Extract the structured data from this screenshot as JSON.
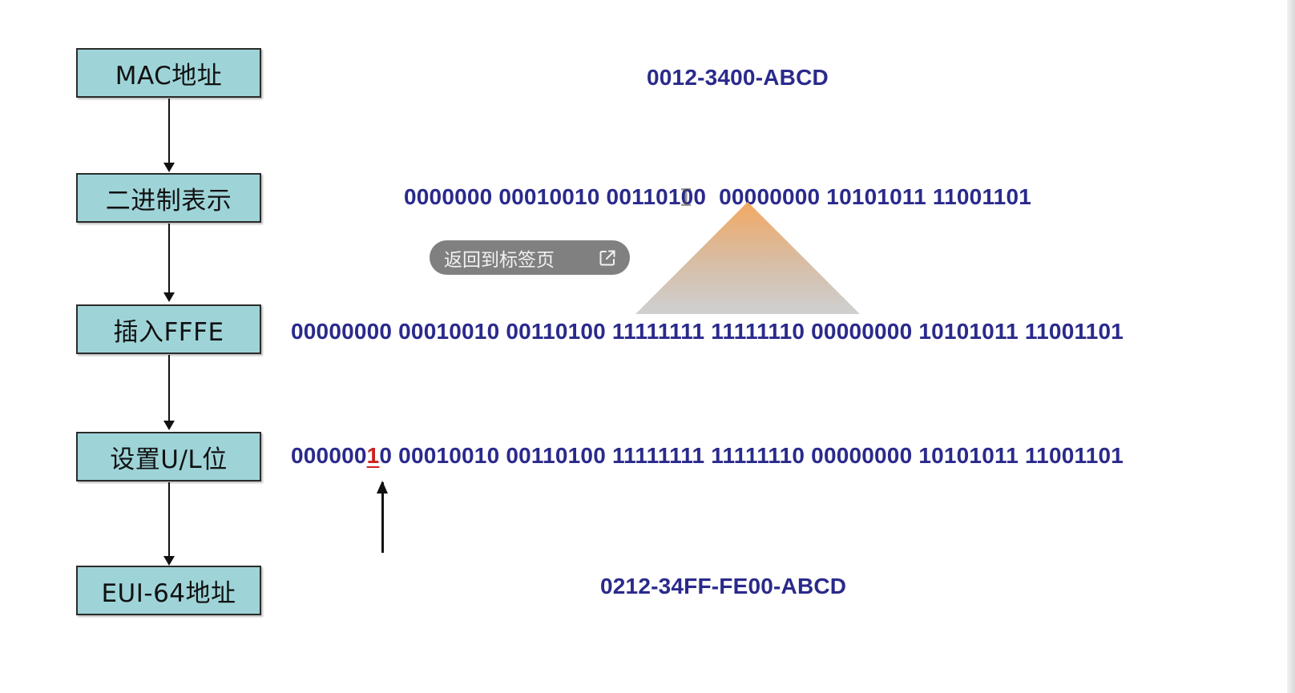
{
  "steps": [
    {
      "label": "MAC地址"
    },
    {
      "label": "二进制表示"
    },
    {
      "label": "插入FFFE"
    },
    {
      "label": "设置U/L位"
    },
    {
      "label": "EUI-64地址"
    }
  ],
  "values": {
    "mac": "0012-3400-ABCD",
    "binary": "0000000 00010010 00110100  00000000 10101011 11001101",
    "inserted": "00000000 00010010 00110100 11111111 11111110 00000000 10101011 11001101",
    "ul_prefix": "000000",
    "ul_bit": "1",
    "ul_suffix": "0 00010010 00110100 11111111 11111110 00000000 10101011 11001101",
    "eui64": "0212-34FF-FE00-ABCD"
  },
  "overlay": {
    "return_tab_label": "返回到标签页",
    "return_tab_icon": "external-link-icon"
  },
  "colors": {
    "box_fill": "#9ed4d8",
    "value_text": "#2a2a8c",
    "flipped_bit": "#cc2222"
  }
}
